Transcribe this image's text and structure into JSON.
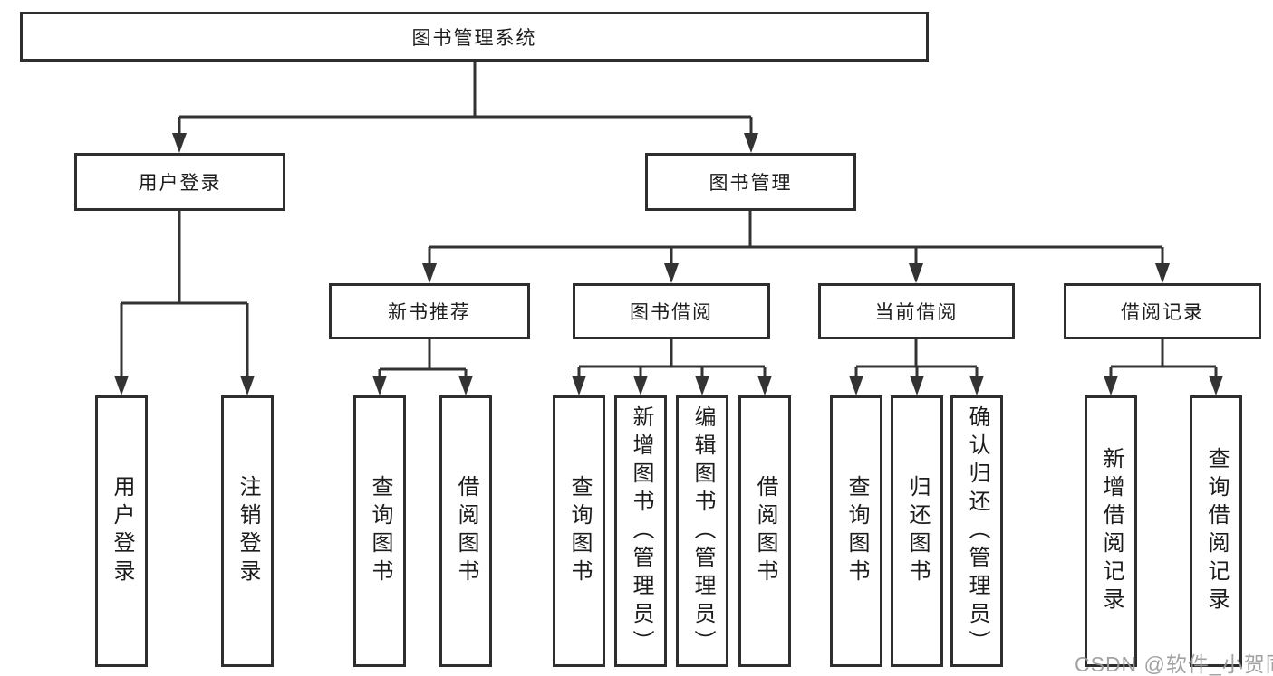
{
  "title": {
    "root": "图书管理系统"
  },
  "nodes": {
    "user_login": "用户登录",
    "book_management": "图书管理",
    "new_book_recommend": "新书推荐",
    "book_borrowing": "图书借阅",
    "current_borrowing": "当前借阅",
    "borrow_records": "借阅记录"
  },
  "leaves": {
    "user_login": [
      "用户登录",
      "注销登录"
    ],
    "new_book_recommend": [
      "查询图书",
      "借阅图书"
    ],
    "book_borrowing": [
      "查询图书",
      "新增图书（管理员）",
      "编辑图书（管理员）",
      "借阅图书"
    ],
    "current_borrowing": [
      "查询图书",
      "归还图书",
      "确认归还（管理员）"
    ],
    "borrow_records": [
      "新增借阅记录",
      "查询借阅记录"
    ]
  },
  "watermark": {
    "text": "CSDN @软件_小贺同学",
    "color": "#9b9b9b"
  },
  "colors": {
    "line": "#333333",
    "box_border": "#2e2e2e",
    "box_fill": "#ffffff",
    "text": "#1c1c1c",
    "background": "#ffffff"
  }
}
